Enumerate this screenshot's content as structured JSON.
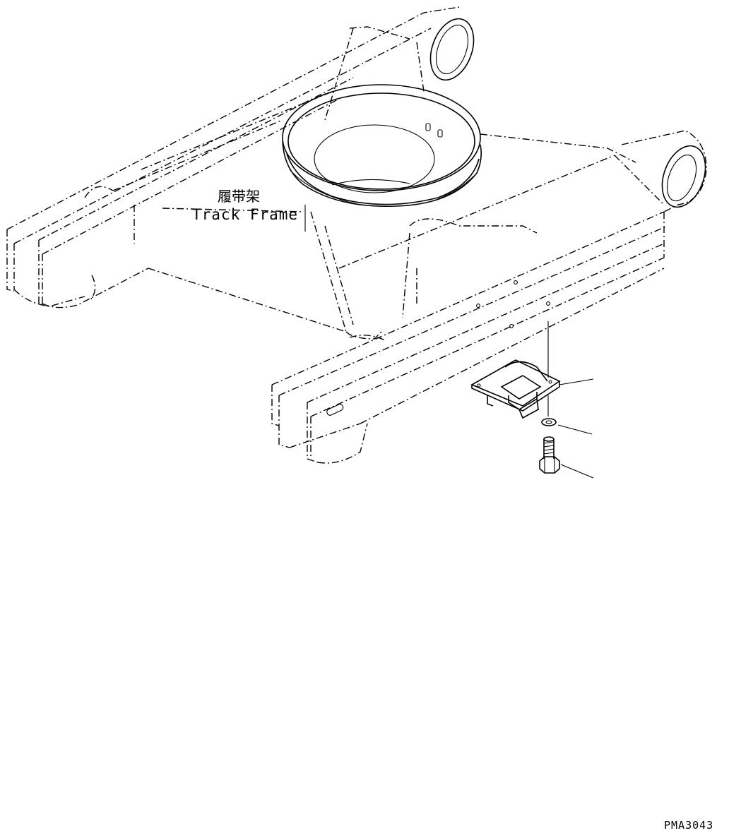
{
  "diagram": {
    "frame_label_cn": "履带架",
    "frame_label_en": "Track Frame",
    "figure_code": "PMA3043"
  },
  "parts": [
    {
      "name": "bracket"
    },
    {
      "name": "washer"
    },
    {
      "name": "bolt"
    }
  ]
}
